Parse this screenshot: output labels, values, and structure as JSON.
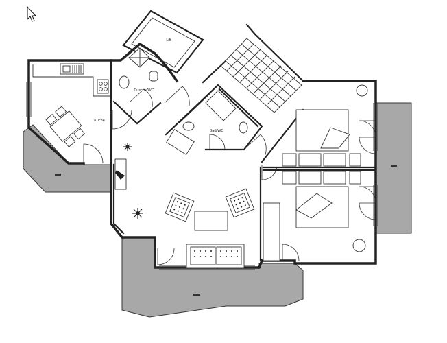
{
  "rooms": {
    "lift": "Lift",
    "dusche_wc": "Dusche/WC",
    "kueche": "Küche",
    "bad_wc": "Bad/WC"
  },
  "icons": {
    "cursor": "mouse-pointer-icon",
    "plants": "potted-plant-icon"
  },
  "colors": {
    "terrace": "#a8a8a8",
    "walls": "#222222"
  }
}
